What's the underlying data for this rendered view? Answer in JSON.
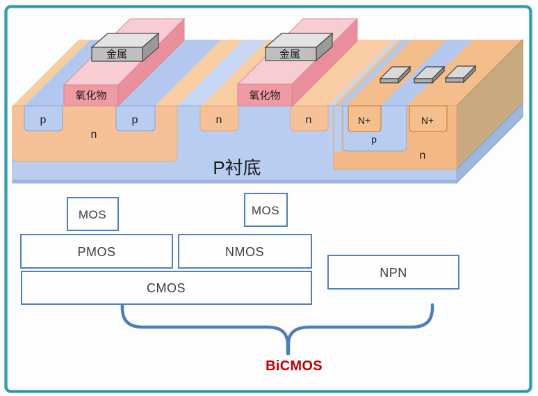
{
  "palette": {
    "frame_teal": "#3ba6b8",
    "frame_teal_dark": "#1d7285",
    "box_border_blue": "#4f81bd",
    "brace_blue": "#4a7ebc",
    "bicmos_red": "#c00000",
    "blue_top": "#c7d7f3",
    "blue_stripe": "#b3c8ee",
    "blue_front": "#b9cdf0",
    "blue_side": "#9db6da",
    "blue_shade": "#9db4dd",
    "orange_top": "#f8cda3",
    "orange_top_deep": "#f4bd8c",
    "orange_front": "#f6c197",
    "orange_deep": "#f4b987",
    "orange_nplus": "#f5be8d",
    "tan_side": "#c9a97e",
    "pink_top": "#f7cdd3",
    "pink_side": "#e98e9b",
    "pink_front": "#f09aa4",
    "gray_top": "#e3e3e3",
    "gray_front": "#bfbfbf",
    "gray_side": "#9a9a9a",
    "pad_top": "#d9d9d9",
    "pad_front": "#adadad",
    "pad_side": "#8f8f8f",
    "white": "#fefefe"
  },
  "structure": {
    "gate1": {
      "metal": "金属",
      "oxide": "氧化物"
    },
    "gate2": {
      "metal": "金属",
      "oxide": "氧化物"
    },
    "pmos": {
      "p_left": "p",
      "p_right": "p",
      "n_well": "n"
    },
    "nmos": {
      "n_left": "n",
      "n_right": "n"
    },
    "bipolar": {
      "n_plus_left": "N+",
      "n_plus_right": "N+",
      "p_base": "p",
      "n_collector": "n"
    },
    "substrate": "P衬底"
  },
  "diagram": {
    "mos1": "MOS",
    "mos2": "MOS",
    "pmos": "PMOS",
    "nmos": "NMOS",
    "cmos": "CMOS",
    "npn": "NPN",
    "bicmos": "BiCMOS"
  }
}
